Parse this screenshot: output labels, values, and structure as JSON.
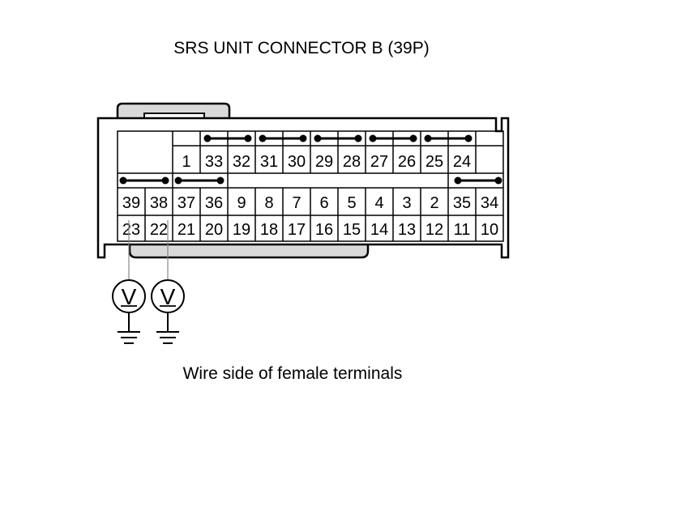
{
  "title": "SRS UNIT CONNECTOR B (39P)",
  "caption": "Wire side of female terminals",
  "connector": {
    "row1_pins": [
      "",
      "1",
      "33",
      "32",
      "31",
      "30",
      "29",
      "28",
      "27",
      "26",
      "25",
      "24"
    ],
    "row2_pins": [
      "39",
      "38",
      "37",
      "36",
      "9",
      "8",
      "7",
      "6",
      "5",
      "4",
      "3",
      "2",
      "35",
      "34"
    ],
    "row3_pins": [
      "23",
      "22",
      "21",
      "20",
      "19",
      "18",
      "17",
      "16",
      "15",
      "14",
      "13",
      "12",
      "11",
      "10"
    ]
  },
  "meters": [
    {
      "symbol": "V",
      "probe_pin": "23"
    },
    {
      "symbol": "V",
      "probe_pin": "22"
    }
  ]
}
